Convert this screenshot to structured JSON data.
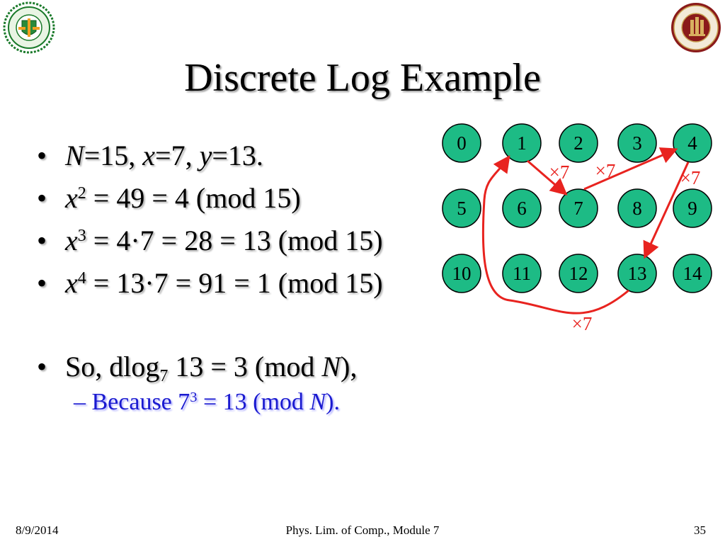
{
  "title": "Discrete Log Example",
  "bullets": [
    {
      "parts": [
        {
          "t": "N",
          "i": true
        },
        {
          "t": "=15, "
        },
        {
          "t": "x",
          "i": true
        },
        {
          "t": "=7, "
        },
        {
          "t": "y",
          "i": true
        },
        {
          "t": "=13."
        }
      ]
    },
    {
      "parts": [
        {
          "t": "x",
          "i": true
        },
        {
          "t": "2",
          "sup": true
        },
        {
          "t": " = 49 = 4 (mod 15)"
        }
      ]
    },
    {
      "parts": [
        {
          "t": "x",
          "i": true
        },
        {
          "t": "3",
          "sup": true
        },
        {
          "t": " = 4·7 = 28 = 13 (mod 15)"
        }
      ]
    },
    {
      "parts": [
        {
          "t": "x",
          "i": true
        },
        {
          "t": "4",
          "sup": true
        },
        {
          "t": " = 13·7 = 91 = 1 (mod 15)"
        }
      ]
    },
    {
      "parts": [
        {
          "t": "So, dlog"
        },
        {
          "t": "7",
          "sub": true
        },
        {
          "t": " 13 = 3 (mod "
        },
        {
          "t": "N",
          "i": true
        },
        {
          "t": "),"
        }
      ]
    }
  ],
  "sub_bullet": {
    "parts": [
      {
        "t": "– Because 7"
      },
      {
        "t": "3",
        "sup": true
      },
      {
        "t": " = 13 (mod "
      },
      {
        "t": "N",
        "i": true
      },
      {
        "t": ")."
      }
    ]
  },
  "bullet_char": "•",
  "diagram": {
    "nodes": [
      "0",
      "1",
      "2",
      "3",
      "4",
      "5",
      "6",
      "7",
      "8",
      "9",
      "10",
      "11",
      "12",
      "13",
      "14"
    ],
    "columns": 5,
    "node_color": "#1dbb85",
    "arrow_color": "#e8231f",
    "edges": [
      {
        "from": "1",
        "to": "7"
      },
      {
        "from": "7",
        "to": "4"
      },
      {
        "from": "4",
        "to": "13"
      },
      {
        "from": "13",
        "to": "1"
      }
    ],
    "edge_labels": [
      "×7",
      "×7",
      "×7",
      "×7"
    ]
  },
  "footer": {
    "date": "8/9/2014",
    "course": "Phys. Lim. of Comp., Module 7",
    "page": "35"
  },
  "logos": [
    "famu-seal-icon",
    "fsu-seal-icon"
  ]
}
